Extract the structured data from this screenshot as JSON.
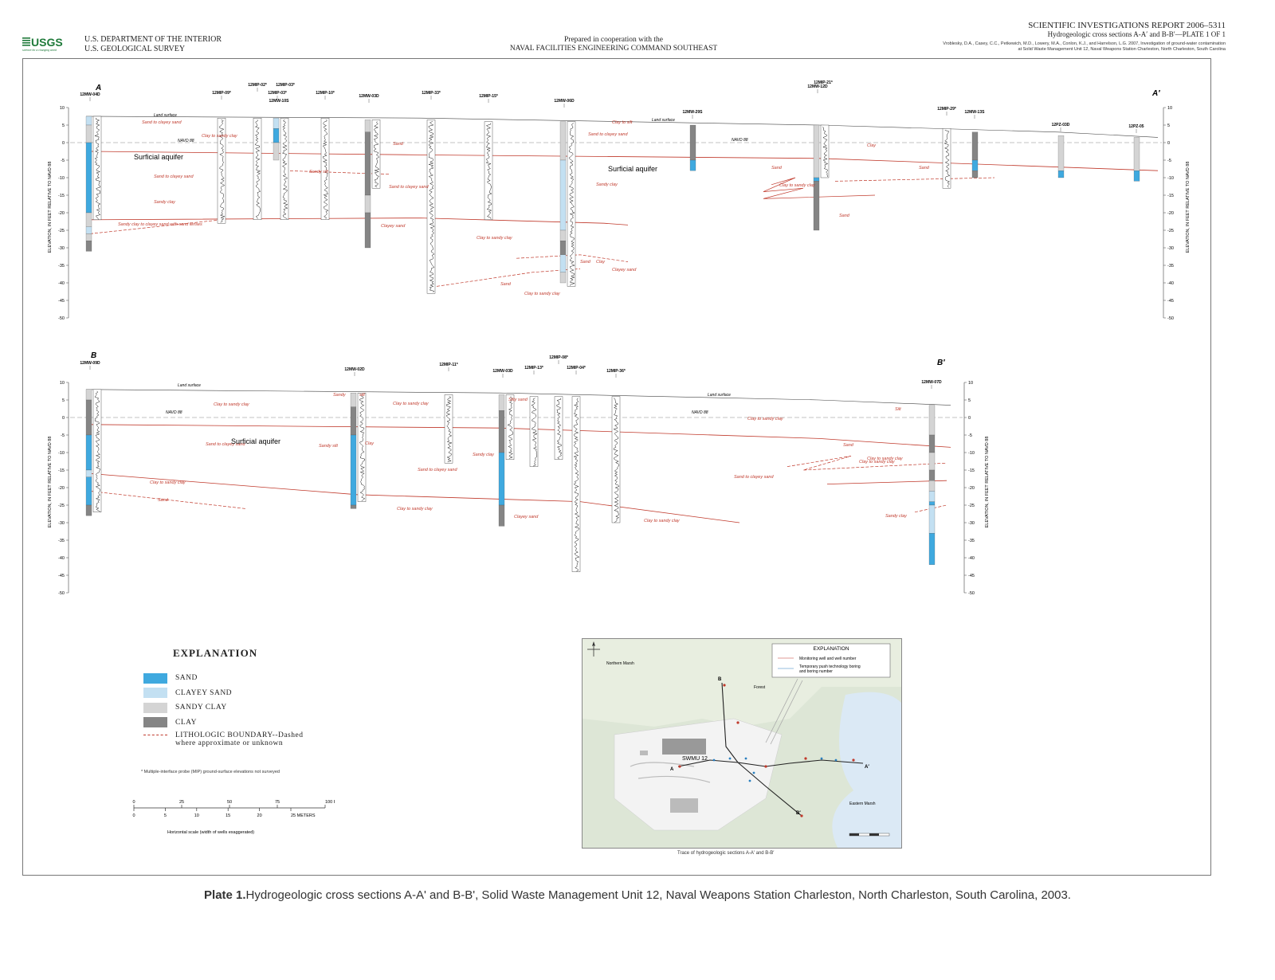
{
  "header": {
    "logo_text": "USGS",
    "logo_tagline": "science for a changing world",
    "dept_line1": "U.S. DEPARTMENT OF THE INTERIOR",
    "dept_line2": "U.S. GEOLOGICAL SURVEY",
    "coop_line1": "Prepared in cooperation with the",
    "coop_line2": "NAVAL FACILITIES ENGINEERING COMMAND SOUTHEAST",
    "report_line1": "SCIENTIFIC INVESTIGATIONS REPORT 2006–5311",
    "report_line2": "Hydrogeologic cross sections A-A′ and B-B′—PLATE 1 OF 1",
    "citation_line1": "Vroblesky, D.A., Casey, C.C., Petkewich, M.D., Lowery, M.A., Conlon, K.J., and Harrelson, L.G. 2007, Investigation of ground-water contamination",
    "citation_line2": "at Solid Waste Management Unit 12, Naval Weapons Station Charleston, North Charleston, South Carolina"
  },
  "sections": {
    "axis_label": "ELEVATION, IN FEET RELATIVE TO NAVD 88",
    "y_ticks": [
      "10",
      "5",
      "0",
      "-5",
      "-10",
      "-15",
      "-20",
      "-25",
      "-30",
      "-35",
      "-40",
      "-45",
      "-50"
    ],
    "land_surface": "Land surface",
    "navd": "NAVD 88",
    "aquifer": "Surficial aquifer",
    "a": {
      "left_label": "A",
      "right_label": "A′",
      "wells": [
        "12MW-04D",
        "12MIP-09*",
        "12MIP-02*",
        "12MIP-03*",
        "12MW-10S",
        "12MIP-10*",
        "12MW-03D",
        "12MIP-33*",
        "12MIP-15*",
        "12MW-06D",
        "12MW-29S",
        "12MIP-21*",
        "12MW-12D",
        "12MIP-29*",
        "12MW-13S",
        "12PZ-03D",
        "12PZ-05"
      ],
      "units": [
        "Sand to clayey sand",
        "Clay to sandy clay",
        "Sand to clayey sand",
        "Sandy clay",
        "Sandy clay to clayey sand with sand lenses",
        "Sand",
        "Sandy silt",
        "Sand to clayey sand",
        "Clayey sand",
        "Clay to sandy clay",
        "Sand",
        "Clay to sandy clay",
        "Sand to clayey sand",
        "Sandy clay",
        "Clay",
        "Sand",
        "Clayey sand",
        "Clay to silt",
        "Sand",
        "Clay to sandy clay",
        "Sand",
        "Clay",
        "Sand"
      ]
    },
    "b": {
      "left_label": "B",
      "right_label": "B′",
      "wells": [
        "12MW-09D",
        "12MW-02D",
        "12MIP-11*",
        "12MW-03D",
        "12MIP-13*",
        "12MIP-08*",
        "12MIP-04*",
        "12MIP-36*",
        "12MW-07D"
      ],
      "units": [
        "Clay to sandy clay",
        "Sand to clayey sand",
        "Clay to sandy clay",
        "Sand",
        "Sandy",
        "silt",
        "Sandy silt",
        "Clay",
        "Clay to sandy clay",
        "Sand to clayey sand",
        "Clay to sandy clay",
        "Silty sand",
        "Sandy clay",
        "Clayey sand",
        "Clay to sandy clay",
        "Clay to sandy clay",
        "Sand to clayey sand",
        "Clay to sandy clay",
        "Sand",
        "Clay to sandy clay",
        "Silt",
        "Sandy clay"
      ]
    }
  },
  "explanation": {
    "title": "EXPLANATION",
    "items": [
      {
        "label": "SAND",
        "color": "#3fa9df"
      },
      {
        "label": "CLAYEY SAND",
        "color": "#c3e0f2"
      },
      {
        "label": "SANDY CLAY",
        "color": "#d4d4d4"
      },
      {
        "label": "CLAY",
        "color": "#858585"
      }
    ],
    "boundary_label_1": "LITHOLOGIC BOUNDARY--Dashed",
    "boundary_label_2": "where approximate or unknown",
    "note": "* Multiple-interface probe (MIP) ground-surface elevations not surveyed"
  },
  "scale": {
    "feet_ticks": [
      "0",
      "25",
      "50",
      "75",
      "100 FEET"
    ],
    "meter_ticks": [
      "0",
      "5",
      "10",
      "15",
      "20",
      "25 METERS"
    ],
    "caption": "Horizontal scale (width of wells exaggerated)"
  },
  "map": {
    "explanation_title": "EXPLANATION",
    "monitoring_label": "Monitoring well and well number",
    "push_label_1": "Temporary push technology boring",
    "push_label_2": "and boring number",
    "swmu_label": "SWMU 12",
    "northern_marsh": "Northern Marsh",
    "forest": "Forest",
    "eastern_marsh": "Eastern Marsh",
    "caption": "Trace of hydrogeologic sections A-A′ and B-B′"
  },
  "caption": {
    "bold": "Plate 1.",
    "text": "Hydrogeologic cross sections A-A' and B-B', Solid Waste Management Unit 12, Naval Weapons Station Charleston, North Charleston, South Carolina, 2003."
  }
}
